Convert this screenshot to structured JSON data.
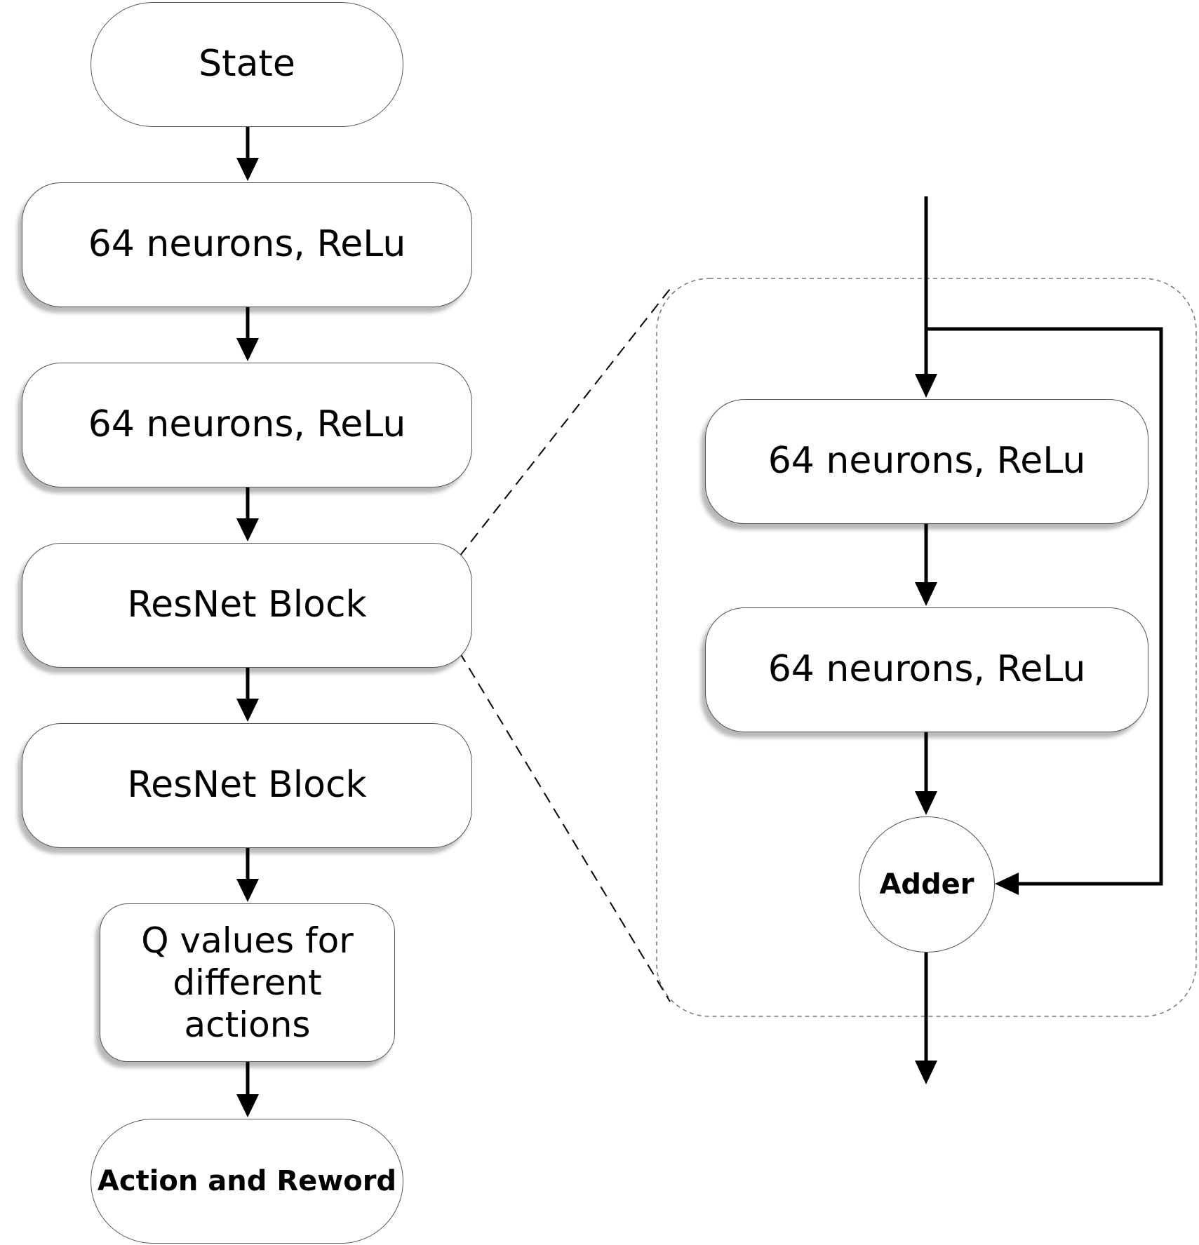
{
  "diagram": {
    "state_label": "State",
    "layer1_label": "64 neurons, ReLu",
    "layer2_label": "64 neurons, ReLu",
    "resnet1_label": "ResNet Block",
    "resnet2_label": "ResNet Block",
    "q_values_label": "Q values for\ndifferent\nactions",
    "action_label": "Action and Reword",
    "detail": {
      "layer1_label": "64 neurons, ReLu",
      "layer2_label": "64 neurons, ReLu",
      "adder_label": "Adder"
    }
  }
}
